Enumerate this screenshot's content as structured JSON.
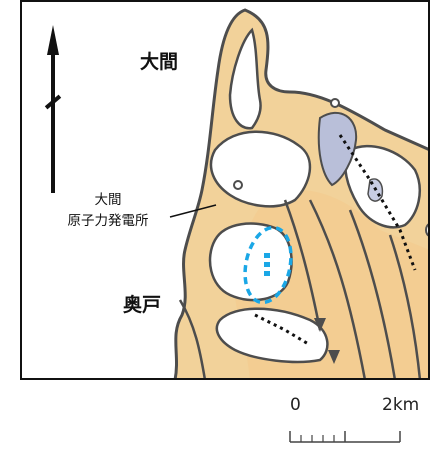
{
  "map": {
    "labels": {
      "oma": "大間",
      "plant_line1": "大間",
      "plant_line2": "原子力発電所",
      "okudo": "奥戸"
    },
    "scale": {
      "start": "0",
      "end": "2km"
    },
    "colors": {
      "land_fill": "#f2d29a",
      "coast_line": "#4d4d4d",
      "highlight": "#1aa7e6",
      "wetland": "#b9bfd9"
    },
    "icons": [
      "north-arrow-icon",
      "scale-bar-icon"
    ]
  }
}
